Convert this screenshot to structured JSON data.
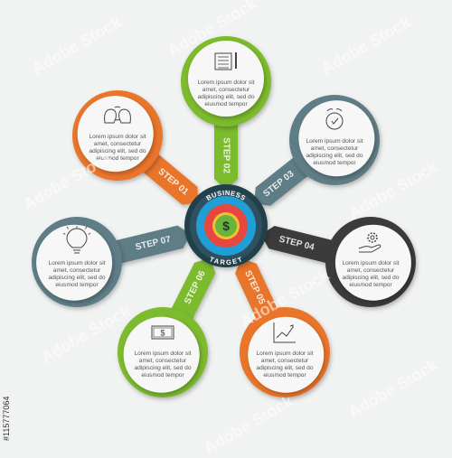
{
  "center": {
    "line1": "BUSINESS",
    "line2": "TARGET",
    "symbol": "$"
  },
  "steps": [
    {
      "label": "STEP 01",
      "color": "#e9742a",
      "icon": "brainstorm-heads-icon",
      "text": [
        "Lorem ipsum dolor sit",
        "amet, consectetur",
        "adipiscing elit, sed do",
        "eiusmod tempor"
      ]
    },
    {
      "label": "STEP 02",
      "color": "#7cba2f",
      "icon": "notes-pencil-icon",
      "text": [
        "Lorem ipsum dolor sit",
        "amet, consectetur",
        "adipiscing elit, sed do",
        "eiusmod tempor"
      ]
    },
    {
      "label": "STEP 03",
      "color": "#5f7d86",
      "icon": "alarm-clock-icon",
      "text": [
        "Lorem ipsum dolor sit",
        "amet, consectetur",
        "adipiscing elit, sed do",
        "eiusmod tempor"
      ]
    },
    {
      "label": "STEP 04",
      "color": "#3b3b3b",
      "icon": "gear-hand-icon",
      "text": [
        "Lorem ipsum dolor sit",
        "amet, consectetur",
        "adipiscing elit, sed do",
        "eiusmod tempor"
      ]
    },
    {
      "label": "STEP 05",
      "color": "#e9742a",
      "icon": "line-chart-icon",
      "text": [
        "Lorem ipsum dolor sit",
        "amet, consectetur",
        "adipiscing elit, sed do",
        "eiusmod tempor"
      ]
    },
    {
      "label": "STEP 06",
      "color": "#7cba2f",
      "icon": "banknote-icon",
      "text": [
        "Lorem ipsum dolor sit",
        "amet, consectetur",
        "adipiscing elit, sed do",
        "eiusmod tempor"
      ]
    },
    {
      "label": "STEP 07",
      "color": "#5f7d86",
      "icon": "lightbulb-icon",
      "text": [
        "Lorem ipsum dolor sit",
        "amet, consectetur",
        "adipiscing elit, sed do",
        "eiusmod tempor"
      ]
    }
  ],
  "watermark": "Adobe Stock",
  "stock_id": "#115777064"
}
